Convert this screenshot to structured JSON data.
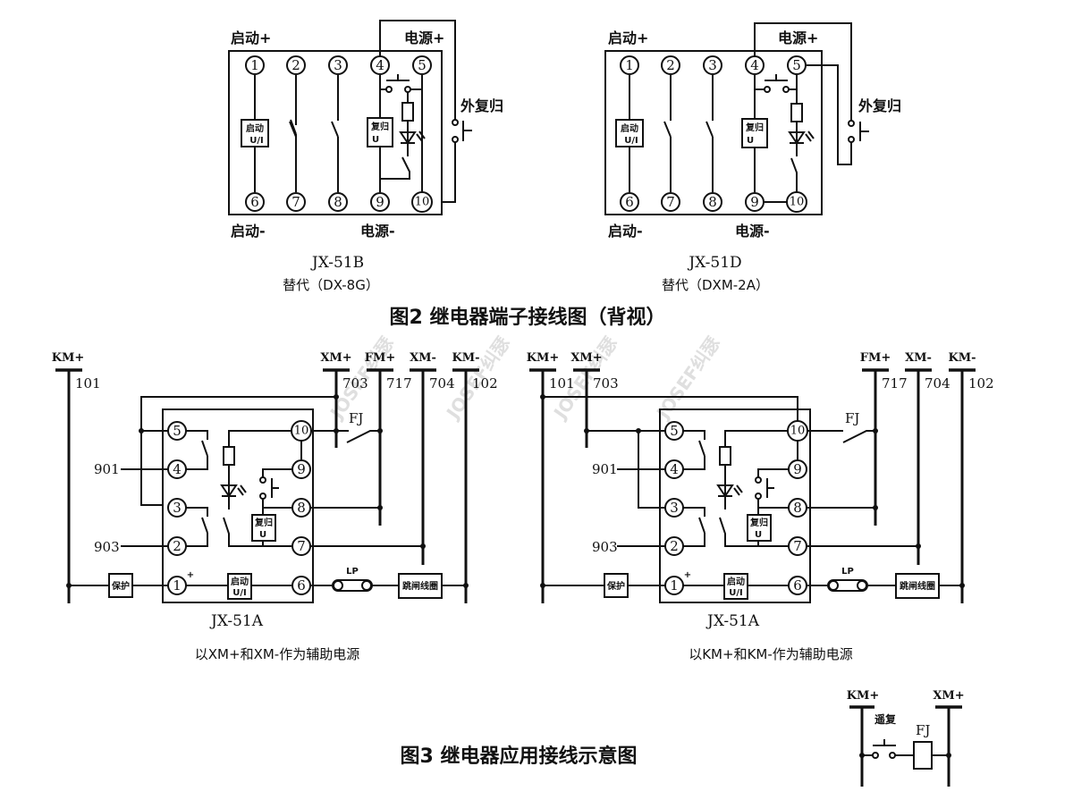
{
  "figure2": {
    "caption": "图2  继电器端子接线图（背视）",
    "diagrams": [
      {
        "model": "JX-51B",
        "replaces": "替代（DX-8G）",
        "labels": {
          "start_plus": "启动+",
          "start_minus": "启动-",
          "power_plus": "电源+",
          "power_minus": "电源-",
          "ext_reset": "外复归"
        },
        "terminals_top": [
          "1",
          "2",
          "3",
          "4",
          "5"
        ],
        "terminals_bottom": [
          "6",
          "7",
          "8",
          "9",
          "10"
        ],
        "start_box": [
          "启动",
          "U/I"
        ],
        "reset_box": [
          "复归",
          "U"
        ]
      },
      {
        "model": "JX-51D",
        "replaces": "替代（DXM-2A）",
        "labels": {
          "start_plus": "启动+",
          "start_minus": "启动-",
          "power_plus": "电源+",
          "power_minus": "电源-",
          "ext_reset": "外复归"
        },
        "terminals_top": [
          "1",
          "2",
          "3",
          "4",
          "5"
        ],
        "terminals_bottom": [
          "6",
          "7",
          "8",
          "9",
          "10"
        ],
        "start_box": [
          "启动",
          "U/I"
        ],
        "reset_box": [
          "复归",
          "U"
        ]
      }
    ]
  },
  "figure3": {
    "caption": "图3  继电器应用接线示意图",
    "diagrams": [
      {
        "model": "JX-51A",
        "description": "以XM+和XM-作为辅助电源",
        "buses": [
          {
            "name": "KM+",
            "number": "101"
          },
          {
            "name": "XM+",
            "number": "703"
          },
          {
            "name": "FM+",
            "number": "717"
          },
          {
            "name": "XM-",
            "number": "704"
          },
          {
            "name": "KM-",
            "number": "102"
          }
        ],
        "wires": [
          "901",
          "903"
        ],
        "terminals_left": [
          "5",
          "4",
          "3",
          "2",
          "1"
        ],
        "terminals_right": [
          "10",
          "9",
          "8",
          "7",
          "6"
        ],
        "protect_box": "保护",
        "start_box": [
          "启动",
          "U/I"
        ],
        "reset_box": [
          "复归",
          "U"
        ],
        "fj_label": "FJ",
        "lp_label": "LP",
        "trip_coil": "跳闸线圈",
        "plus_mark": "+"
      },
      {
        "model": "JX-51A",
        "description": "以KM+和KM-作为辅助电源",
        "buses": [
          {
            "name": "KM+",
            "number": "101"
          },
          {
            "name": "XM+",
            "number": "703"
          },
          {
            "name": "FM+",
            "number": "717"
          },
          {
            "name": "XM-",
            "number": "704"
          },
          {
            "name": "KM-",
            "number": "102"
          }
        ],
        "wires": [
          "901",
          "903"
        ],
        "terminals_left": [
          "5",
          "4",
          "3",
          "2",
          "1"
        ],
        "terminals_right": [
          "10",
          "9",
          "8",
          "7",
          "6"
        ],
        "protect_box": "保护",
        "start_box": [
          "启动",
          "U/I"
        ],
        "reset_box": [
          "复归",
          "U"
        ],
        "fj_label": "FJ",
        "lp_label": "LP",
        "trip_coil": "跳闸线圈",
        "plus_mark": "+"
      }
    ],
    "remote_reset": {
      "bus_left": "KM+",
      "bus_right": "XM+",
      "button_label": "遥复",
      "coil_label": "FJ"
    }
  },
  "watermark": "JOSEF纠瑟"
}
